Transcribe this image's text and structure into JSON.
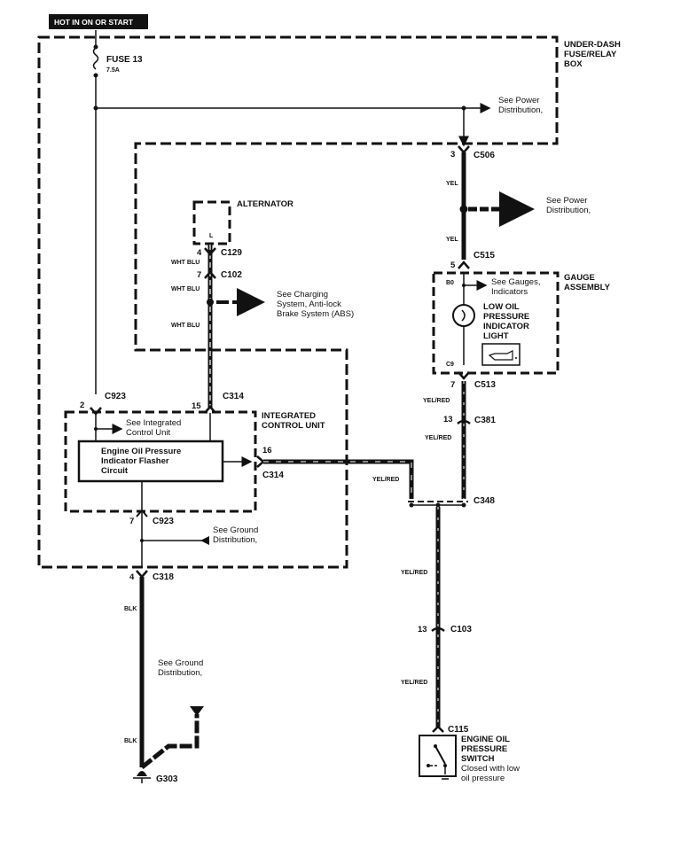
{
  "header_badge": "HOT IN ON OR START",
  "fuse": {
    "name": "FUSE 13",
    "rating": "7.5A"
  },
  "boxes": {
    "underdash": [
      "UNDER-DASH",
      "FUSE/RELAY",
      "BOX"
    ],
    "alternator": "ALTERNATOR",
    "alternator_terminal": "L",
    "gauge": [
      "GAUGE",
      "ASSEMBLY"
    ],
    "icu": [
      "INTEGRATED",
      "CONTROL UNIT"
    ],
    "flasher": [
      "Engine Oil Pressure",
      "Indicator Flasher",
      "Circuit"
    ]
  },
  "notes": {
    "power_dist_1": [
      "See Power",
      "Distribution,"
    ],
    "power_dist_2": [
      "See Power",
      "Distribution,"
    ],
    "charging": [
      "See Charging",
      "System, Anti-lock",
      "Brake System (ABS)"
    ],
    "gauges": [
      "See Gauges,",
      "Indicators"
    ],
    "icu": [
      "See Integrated",
      "Control Unit"
    ],
    "ground_1": [
      "See Ground",
      "Distribution,"
    ],
    "ground_2": [
      "See Ground",
      "Distribution,"
    ]
  },
  "indicator": {
    "label": [
      "LOW OIL",
      "PRESSURE",
      "INDICATOR",
      "LIGHT"
    ],
    "pin_top": "B0",
    "pin_bottom": "C9"
  },
  "switch": {
    "label": [
      "ENGINE OIL",
      "PRESSURE",
      "SWITCH"
    ],
    "note": [
      "Closed with low",
      "oil pressure"
    ]
  },
  "connectors": {
    "c506": {
      "pin": "3",
      "id": "C506"
    },
    "c515": {
      "pin": "5",
      "id": "C515"
    },
    "c513": {
      "pin": "7",
      "id": "C513"
    },
    "c381": {
      "pin": "13",
      "id": "C381"
    },
    "c348": {
      "id": "C348"
    },
    "c103": {
      "pin": "13",
      "id": "C103"
    },
    "c115": {
      "id": "C115"
    },
    "c129": {
      "pin": "4",
      "id": "C129"
    },
    "c102": {
      "pin": "7",
      "id": "C102"
    },
    "c314a": {
      "pin": "15",
      "id": "C314"
    },
    "c314b": {
      "pin": "16",
      "id": "C314"
    },
    "c923a": {
      "pin": "2",
      "id": "C923"
    },
    "c923b": {
      "pin": "7",
      "id": "C923"
    },
    "c318": {
      "pin": "4",
      "id": "C318"
    },
    "g303": {
      "id": "G303"
    }
  },
  "wires": {
    "yel_1": "YEL",
    "yel_2": "YEL",
    "whtblu_1": "WHT BLU",
    "whtblu_2": "WHT BLU",
    "whtblu_3": "WHT BLU",
    "yelred_1": "YEL/RED",
    "yelred_2": "YEL/RED",
    "yelred_3": "YEL/RED",
    "yelred_4": "YEL/RED",
    "yelred_5": "YEL/RED",
    "blk_1": "BLK",
    "blk_2": "BLK"
  }
}
